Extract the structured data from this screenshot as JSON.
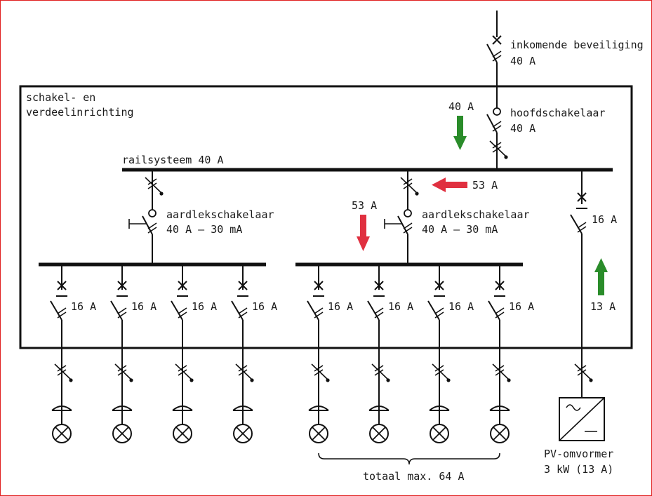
{
  "labels": {
    "incoming_protection": "inkomende beveiliging",
    "incoming_rating": "40 A",
    "enclosure_line1": "schakel- en",
    "enclosure_line2": "verdeelinrichting",
    "main_switch": "hoofdschakelaar",
    "main_switch_rating": "40 A",
    "busbar": "railsysteem 40 A",
    "rcd_name": "aardlekschakelaar",
    "rcd_rating": "40 A – 30 mA",
    "breaker_rating": "16 A",
    "inverter_line1": "PV-omvormer",
    "inverter_line2": "3 kW (13 A)",
    "total": "totaal max. 64 A"
  },
  "arrows": {
    "main_down": {
      "value": "40 A",
      "color": "#2a8c2a"
    },
    "bus_left": {
      "value": "53 A",
      "color": "#e03040"
    },
    "group_down": {
      "value": "53 A",
      "color": "#e03040"
    },
    "pv_up": {
      "value": "13 A",
      "color": "#2a8c2a"
    }
  }
}
